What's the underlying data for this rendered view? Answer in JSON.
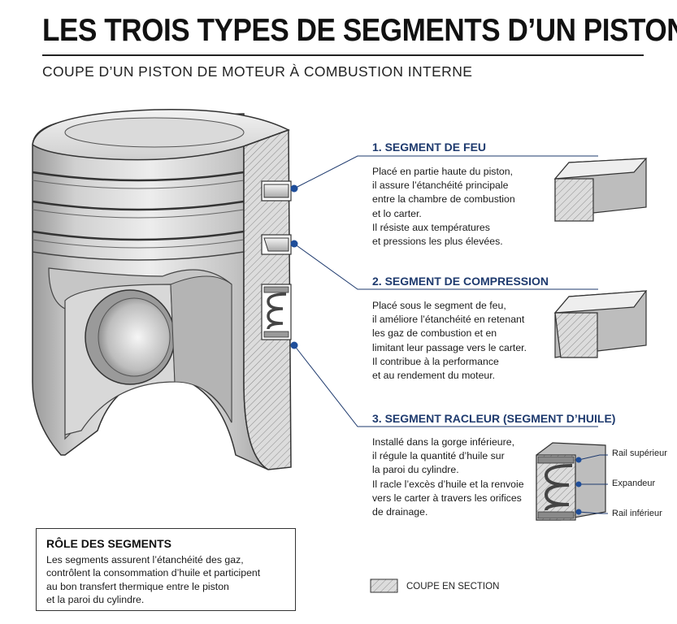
{
  "header": {
    "title": "LES TROIS TYPES DE SEGMENTS D’UN PISTON",
    "subtitle": "COUPE D’UN PISTON DE MOTEUR À COMBUSTION INTERNE"
  },
  "sections": [
    {
      "title": "1. SEGMENT DE FEU",
      "lines": [
        "Placé en partie haute du piston,",
        "il assure l’étanchéité principale",
        "entre la chambre de combustion",
        "et lo carter.",
        "Il résiste aux températures",
        "et pressions les plus élevées."
      ]
    },
    {
      "title": "2. SEGMENT DE COMPRESSION",
      "lines": [
        "Placé sous le segment de feu,",
        "il améliore l’étanchéité en retenant",
        "les gaz de combustion et en",
        "limitant leur passage vers le carter.",
        "Il contribue à la performance",
        "et au rendement du moteur."
      ]
    },
    {
      "title": "3. SEGMENT RACLEUR (SEGMENT D’HUILE)",
      "lines": [
        "Installé dans la gorge inférieure,",
        "il régule la quantité d’huile sur",
        "la paroi du cylindre.",
        "Il racle l’excès d’huile et la renvoie",
        "vers le carter à travers les orifices",
        "de drainage."
      ]
    }
  ],
  "callouts": {
    "rail_top": "Rail supérieur",
    "expander": "Expandeur",
    "rail_bottom": "Rail inférieur"
  },
  "role": {
    "title": "RÔLE DES SEGMENTS",
    "lines": [
      "Les segments assurent l’étanchéité des gaz,",
      "contrôlent la consommation d’huile et participent",
      "au bon transfert thermique entre le piston",
      "et la paroi du cylindre."
    ]
  },
  "legend": {
    "label": "COUPE EN SECTION"
  },
  "colors": {
    "accent_blue": "#1e3a6e",
    "marker_blue": "#1f4e9a",
    "section_fill": "#d9d9d9",
    "metal_light": "#e6e6e6",
    "metal_dark": "#8a8a8a"
  }
}
